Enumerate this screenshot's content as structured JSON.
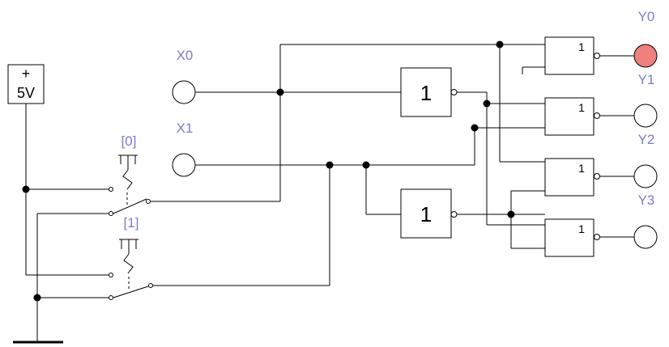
{
  "supply": {
    "plus": "+",
    "voltage": "5V"
  },
  "inputs": {
    "x0": "X0",
    "x1": "X1"
  },
  "switches": {
    "s0": "[0]",
    "s1": "[1]"
  },
  "inverter_symbol": "1",
  "gate_symbol": "1",
  "outputs": [
    {
      "label": "Y0",
      "lit": true
    },
    {
      "label": "Y1",
      "lit": false
    },
    {
      "label": "Y2",
      "lit": false
    },
    {
      "label": "Y3",
      "lit": false
    }
  ],
  "colors": {
    "label": "#7b7bd6",
    "probe_on": "#f08080",
    "probe_off": "#ffffff",
    "wire": "#000000"
  }
}
